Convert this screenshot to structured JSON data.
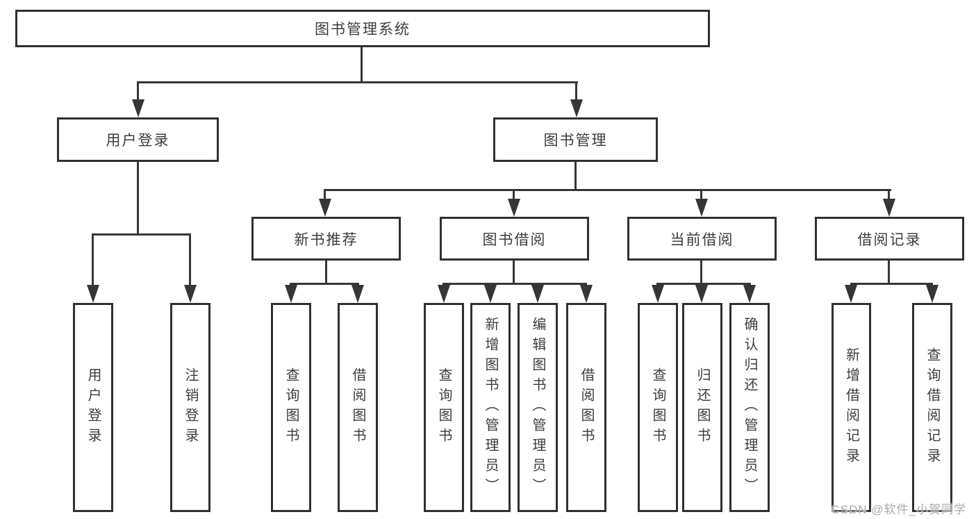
{
  "diagram": {
    "title_node": {
      "label": "图书管理系统"
    },
    "level2": [
      {
        "label": "用户登录"
      },
      {
        "label": "图书管理"
      }
    ],
    "level3": [
      {
        "label": "新书推荐"
      },
      {
        "label": "图书借阅"
      },
      {
        "label": "当前借阅"
      },
      {
        "label": "借阅记录"
      }
    ],
    "leaves": {
      "user_login": [
        "用户登录",
        "注销登录"
      ],
      "new_book_recommendation": [
        "查询图书",
        "借阅图书"
      ],
      "book_borrowing": [
        "查询图书",
        "新增图书（管理员）",
        "编辑图书（管理员）",
        "借阅图书"
      ],
      "current_borrowing": [
        "查询图书",
        "归还图书",
        "确认归还（管理员）"
      ],
      "borrowing_records": [
        "新增借阅记录",
        "查询借阅记录"
      ]
    }
  },
  "watermark": {
    "text": "CSDN @软件_小贺同学"
  },
  "colors": {
    "background": "#ffffff",
    "box_border": "#303030",
    "connector_line": "#363636",
    "node_text": "#3d3d3d",
    "watermark_text": "#a9a9a9"
  }
}
